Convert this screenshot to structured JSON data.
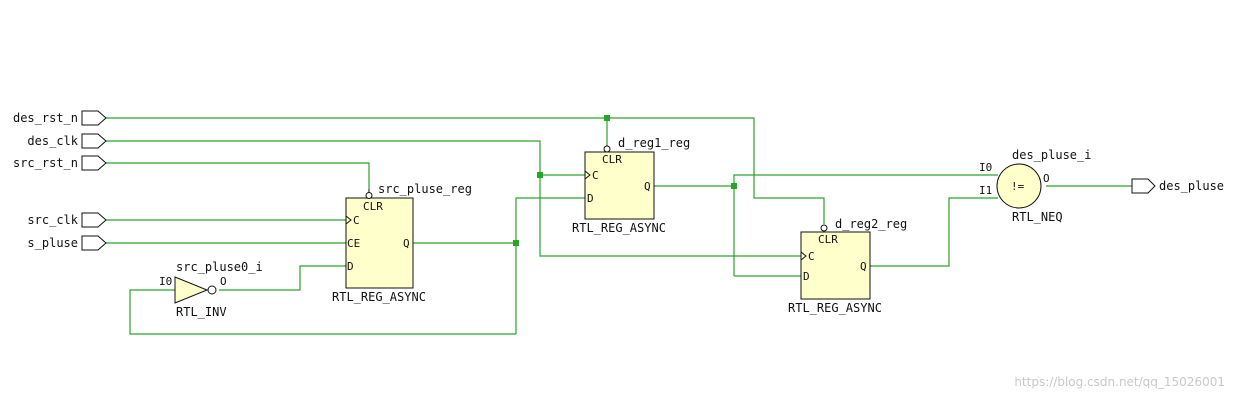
{
  "ports": {
    "des_rst_n": "des_rst_n",
    "des_clk": "des_clk",
    "src_rst_n": "src_rst_n",
    "src_clk": "src_clk",
    "s_pluse": "s_pluse",
    "des_pluse": "des_pluse"
  },
  "cells": {
    "src_reg": {
      "inst": "src_pluse_reg",
      "type": "RTL_REG_ASYNC"
    },
    "inv": {
      "inst": "src_pluse0_i",
      "type": "RTL_INV"
    },
    "d1": {
      "inst": "d_reg1_reg",
      "type": "RTL_REG_ASYNC"
    },
    "d2": {
      "inst": "d_reg2_reg",
      "type": "RTL_REG_ASYNC"
    },
    "neq": {
      "inst": "des_pluse_i",
      "type": "RTL_NEQ",
      "symbol": "!="
    }
  },
  "pins": {
    "clr": "CLR",
    "c": "C",
    "ce": "CE",
    "d": "D",
    "q": "Q",
    "i0": "I0",
    "i1": "I1",
    "o": "O"
  },
  "watermark": "https://blog.csdn.net/qq_15026001",
  "colors": {
    "wire": "#2aa32a",
    "cell_fill": "#ffffcc"
  }
}
